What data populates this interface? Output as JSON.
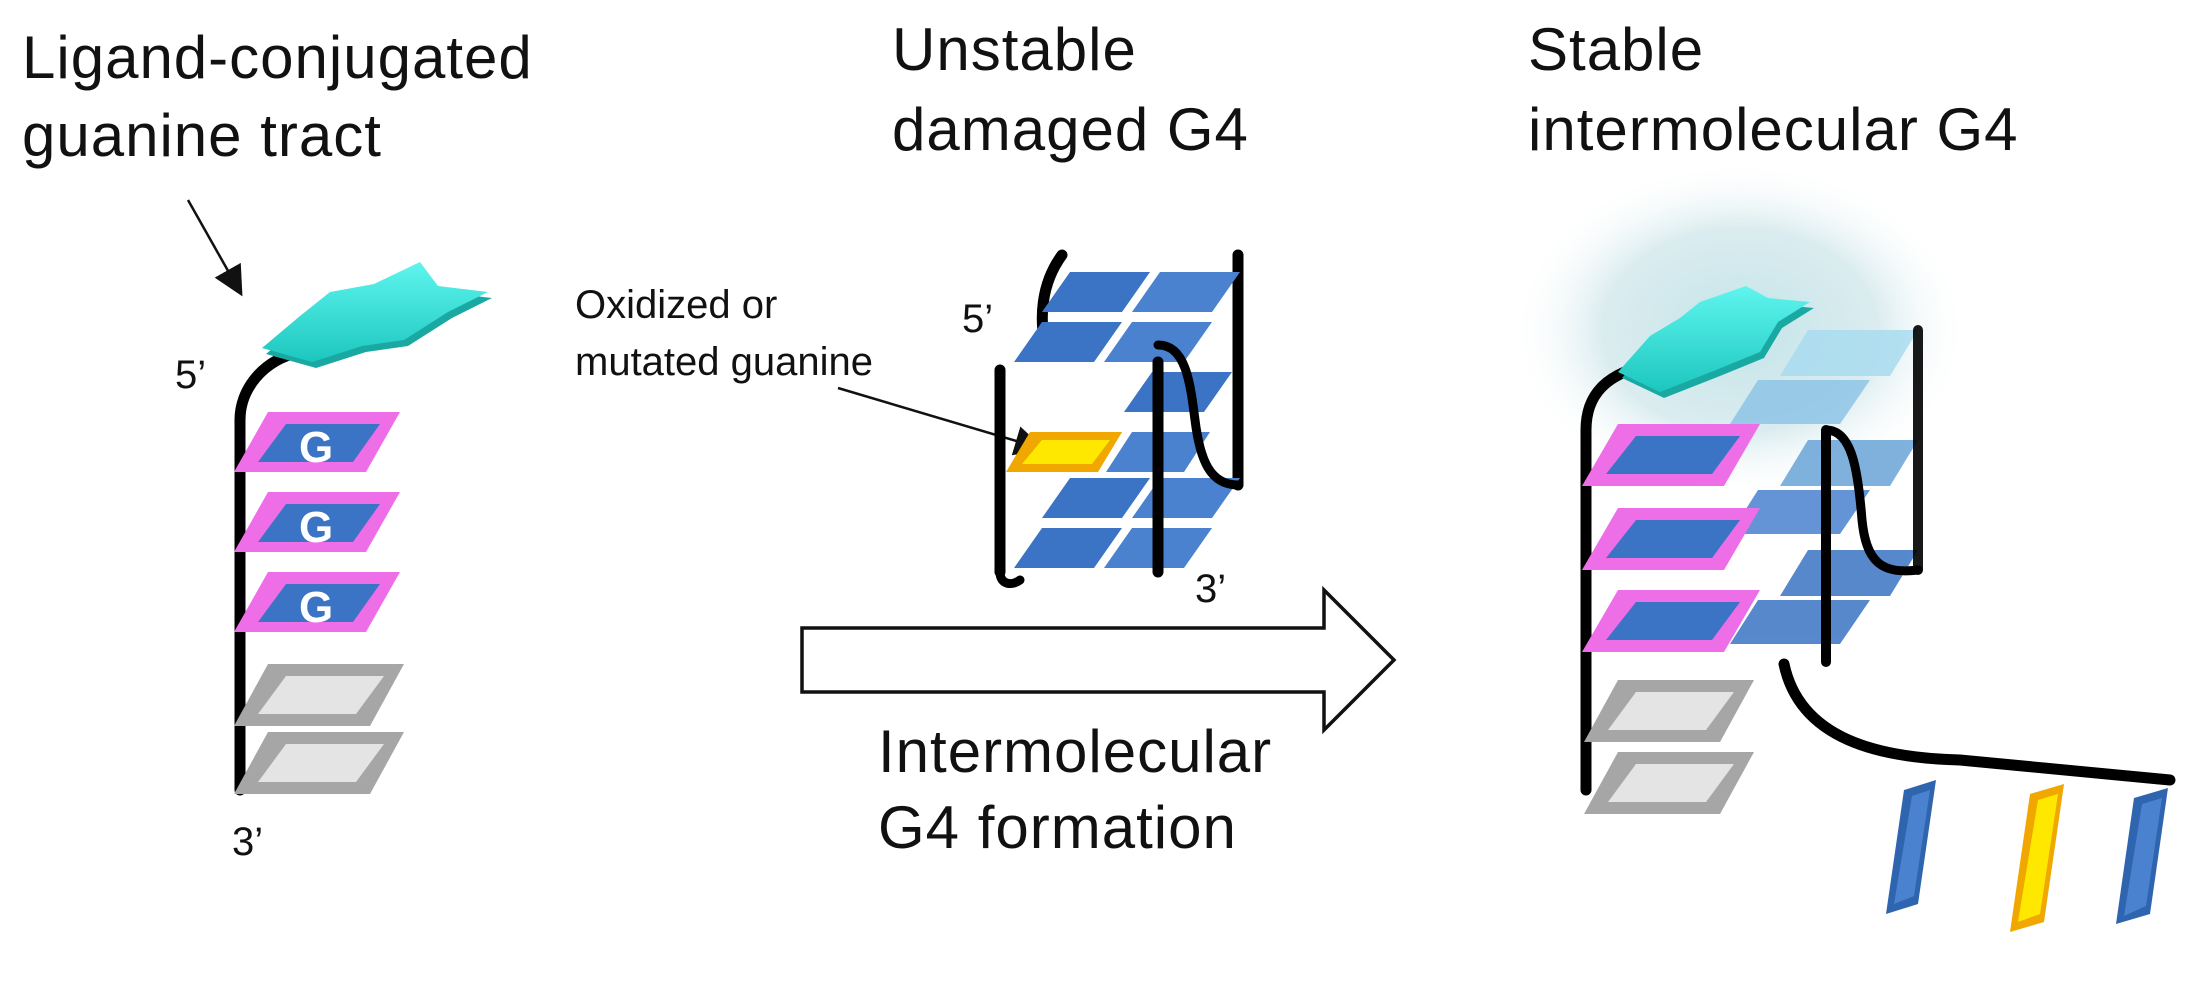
{
  "panels": {
    "left": {
      "title_line1": "Ligand-conjugated",
      "title_line2": "guanine tract",
      "five_prime": "5’",
      "three_prime": "3’",
      "g_letter": "G"
    },
    "middle": {
      "title_line1": "Unstable",
      "title_line2": "damaged G4",
      "five_prime": "5’",
      "three_prime": "3’",
      "callout_line1": "Oxidized or",
      "callout_line2": "mutated guanine"
    },
    "right": {
      "title_line1": "Stable",
      "title_line2": "intermolecular G4"
    }
  },
  "arrow": {
    "label_line1": "Intermolecular",
    "label_line2": "G4 formation"
  },
  "colors": {
    "guanine_blue": "#3b74c4",
    "guanine_blue_dark": "#23549a",
    "magenta_outline": "#ee6ee8",
    "gray_outline": "#a6a6a6",
    "gray_fill": "#e2e2e2",
    "ligand_cyan": "#29e1d9",
    "damaged_yellow": "#ffe800",
    "damaged_orange": "#f0a800",
    "backbone": "#000000"
  }
}
